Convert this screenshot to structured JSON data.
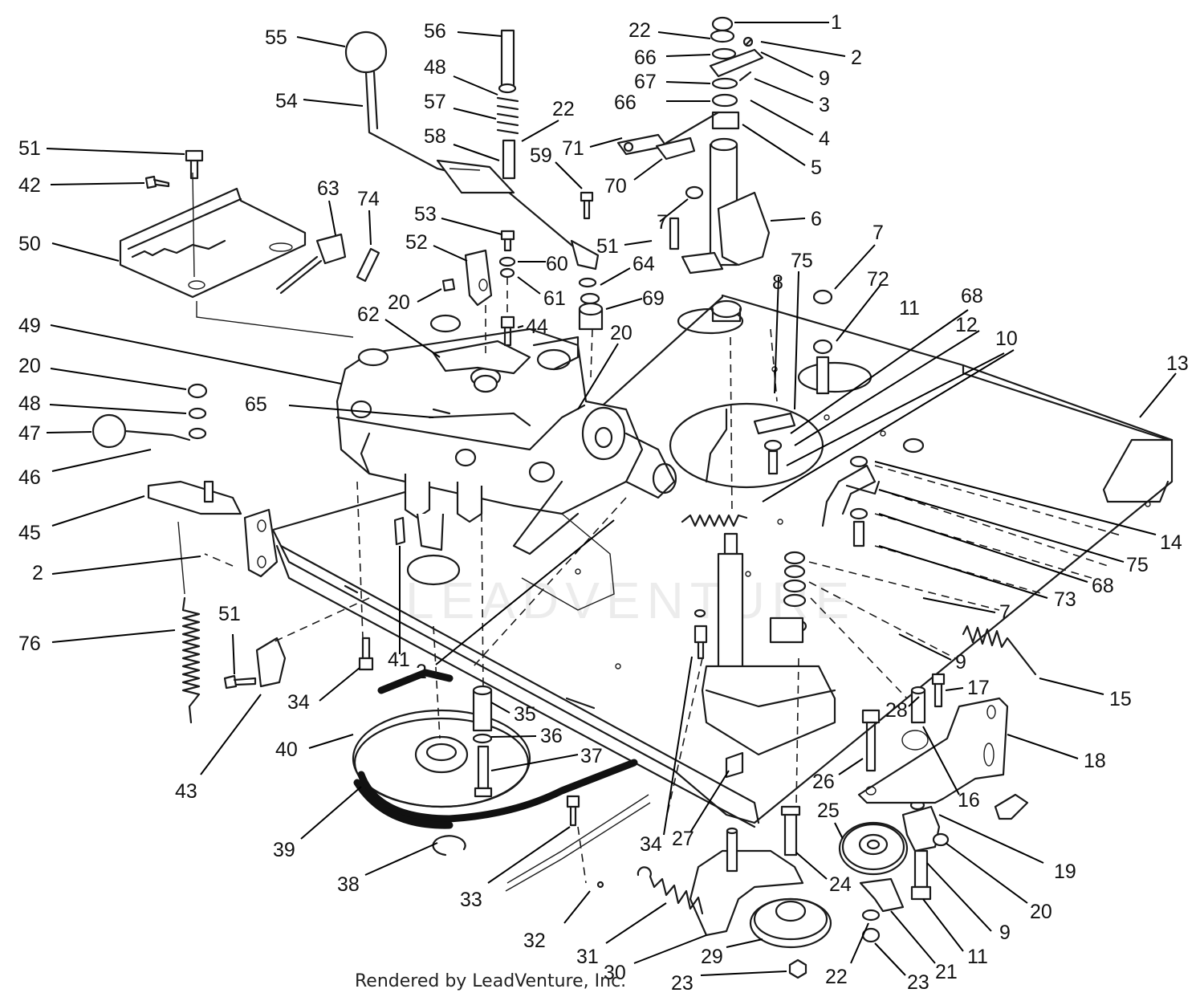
{
  "watermark": "LEADVENTURE",
  "credit": "Rendered by LeadVenture, Inc.",
  "callouts": {
    "c1": "1",
    "c2": "2",
    "c9": "9",
    "c3": "3",
    "c4": "4",
    "c5": "5",
    "c22a": "22",
    "c66a": "66",
    "c67": "67",
    "c66b": "66",
    "c71": "71",
    "c70": "70",
    "c56": "56",
    "c48a": "48",
    "c57": "57",
    "c22b": "22",
    "c58": "58",
    "c59": "59",
    "c55": "55",
    "c54": "54",
    "c51a": "51",
    "c42": "42",
    "c50": "50",
    "c63": "63",
    "c74": "74",
    "c53": "53",
    "c52": "52",
    "c60": "60",
    "c61": "61",
    "c20a": "20",
    "c51b": "51",
    "c64": "64",
    "c69": "69",
    "c7a": "7",
    "c6": "6",
    "c7b": "7",
    "c72": "72",
    "c75a": "75",
    "c8": "8",
    "c68a": "68",
    "c11a": "11",
    "c12": "12",
    "c10": "10",
    "c13": "13",
    "c49": "49",
    "c62": "62",
    "c44": "44",
    "c20b": "20",
    "c20c": "20",
    "c48b": "48",
    "c65": "65",
    "c47": "47",
    "c46": "46",
    "c45": "45",
    "c2b": "2",
    "c76": "76",
    "c51c": "51",
    "c41": "41",
    "c34a": "34",
    "c43": "43",
    "c2c": "2",
    "c14": "14",
    "c75b": "75",
    "c68b": "68",
    "c73": "73",
    "c7c": "7",
    "c9b": "9",
    "c15": "15",
    "c28": "28",
    "c17": "17",
    "c35": "35",
    "c36": "36",
    "c40": "40",
    "c37": "37",
    "c18": "18",
    "c26": "26",
    "c16": "16",
    "c39": "39",
    "c34b": "34",
    "c27": "27",
    "c25": "25",
    "c19": "19",
    "c20d": "20",
    "c38": "38",
    "c33": "33",
    "c24": "24",
    "c9c": "9",
    "c32": "32",
    "c31": "31",
    "c22c": "22",
    "c11b": "11",
    "c21": "21",
    "c29": "29",
    "c30": "30",
    "c23a": "23",
    "c23b": "23"
  }
}
